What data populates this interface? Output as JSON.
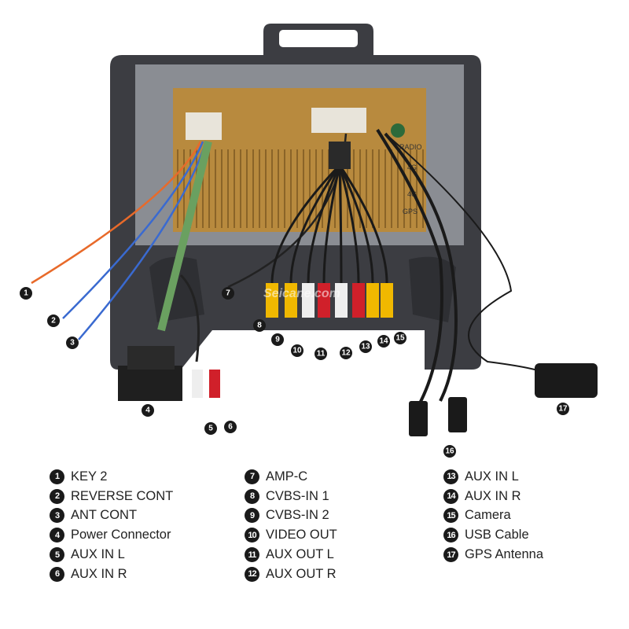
{
  "watermark": "Seicane.com",
  "panel_labels": {
    "radio": "RADIO",
    "g4a": "4G",
    "g4b": "4G",
    "gps": "GPS"
  },
  "legend": [
    {
      "num": "1",
      "label": "KEY 2"
    },
    {
      "num": "2",
      "label": "REVERSE CONT"
    },
    {
      "num": "3",
      "label": "ANT CONT"
    },
    {
      "num": "4",
      "label": "Power Connector"
    },
    {
      "num": "5",
      "label": "AUX IN L"
    },
    {
      "num": "6",
      "label": "AUX IN R"
    },
    {
      "num": "7",
      "label": "AMP-C"
    },
    {
      "num": "8",
      "label": "CVBS-IN 1"
    },
    {
      "num": "9",
      "label": "CVBS-IN 2"
    },
    {
      "num": "10",
      "label": "VIDEO OUT"
    },
    {
      "num": "11",
      "label": "AUX OUT L"
    },
    {
      "num": "12",
      "label": "AUX OUT R"
    },
    {
      "num": "13",
      "label": "AUX IN L"
    },
    {
      "num": "14",
      "label": "AUX IN R"
    },
    {
      "num": "15",
      "label": "Camera"
    },
    {
      "num": "16",
      "label": "USB Cable"
    },
    {
      "num": "17",
      "label": "GPS Antenna"
    }
  ]
}
